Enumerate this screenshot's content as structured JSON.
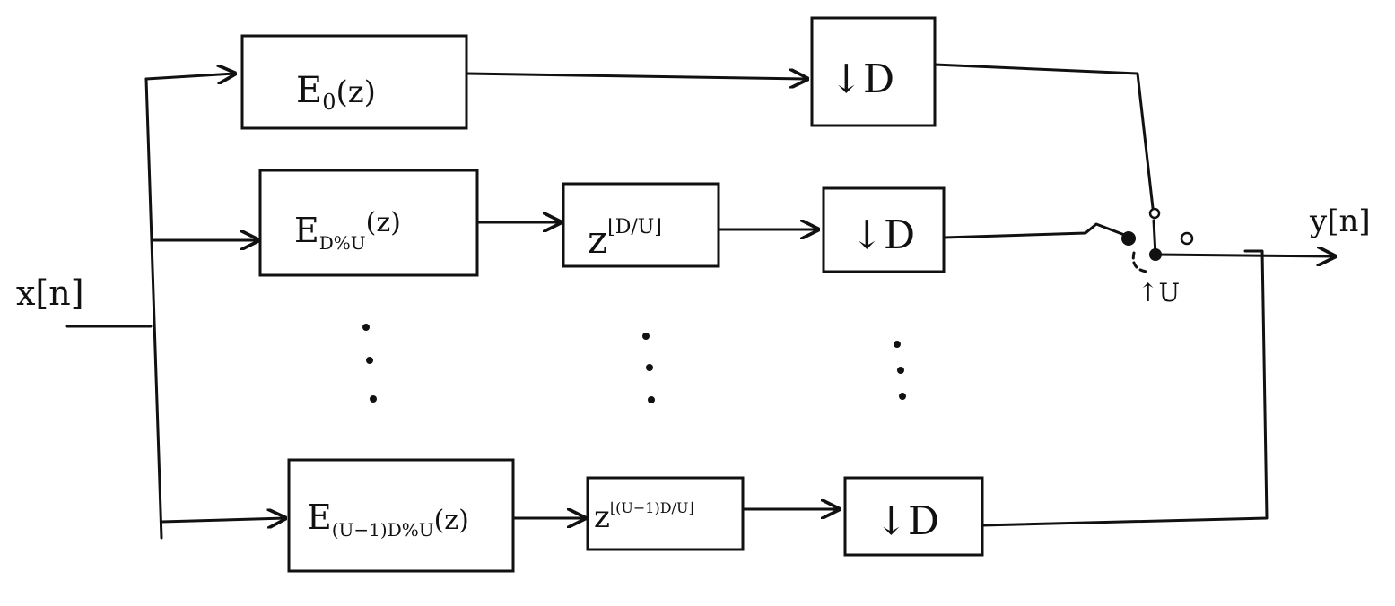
{
  "input_label": "x[n]",
  "output_label": "y[n]",
  "commutator_label": "↑U",
  "branches": {
    "top": {
      "filter": {
        "main": "E",
        "sub": "0",
        "arg": "(z)"
      },
      "downsampler": "↓D"
    },
    "second": {
      "filter": {
        "main": "E",
        "sub": "D%U",
        "arg": "(z)"
      },
      "delay": {
        "base": "z",
        "exponent": "⌊D/U⌋"
      },
      "downsampler": "↓D"
    },
    "last": {
      "filter": {
        "main": "E",
        "sub": "(U−1)D%U",
        "arg": "(z)"
      },
      "delay": {
        "base": "z",
        "exponent": "⌊(U−1)D/U⌋"
      },
      "downsampler": "↓D"
    }
  }
}
